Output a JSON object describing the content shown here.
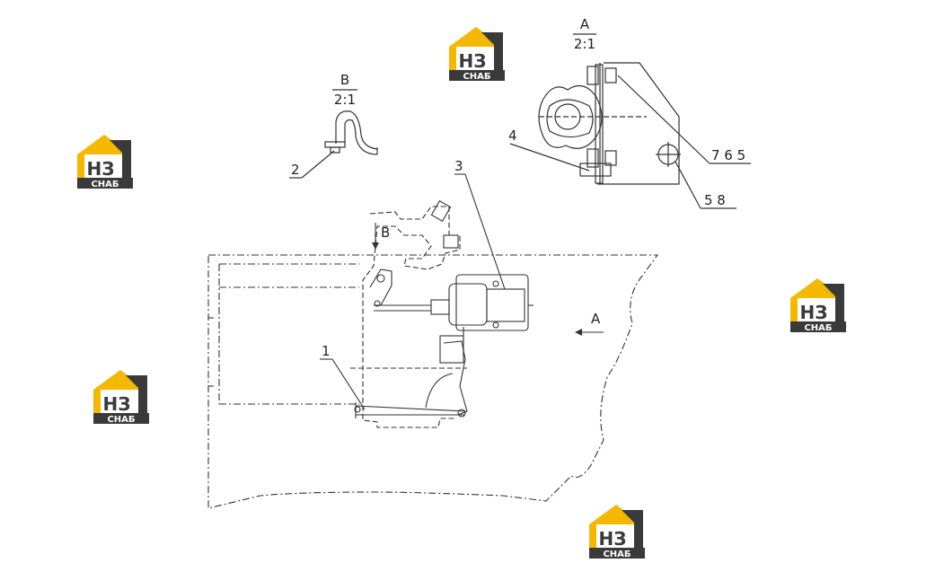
{
  "watermark": {
    "logo_letters": "НЗ",
    "logo_word": "СНАБ",
    "colors": {
      "yellow": "#f5b800",
      "dark": "#3a3a3a",
      "word_bg": "#3a3a3a"
    }
  },
  "callouts": {
    "view_a_letter": "А",
    "view_a_scale": "2:1",
    "view_b_letter": "В",
    "view_b_scale": "2:1",
    "part_1": "1",
    "part_2": "2",
    "part_3": "3",
    "part_4": "4",
    "parts_765": "7 6 5",
    "parts_58": "5  8",
    "main_b_marker": "В",
    "main_a_marker": "А"
  },
  "colors": {
    "line": "#333333",
    "background": "#ffffff"
  }
}
